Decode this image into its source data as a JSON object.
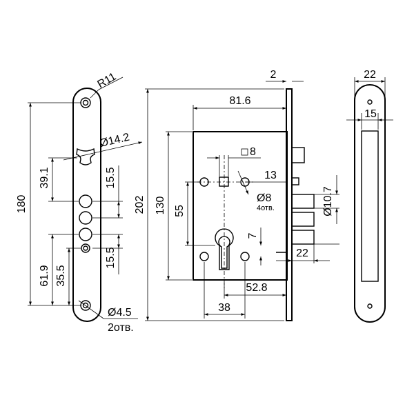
{
  "faceplate": {
    "radius": "R11",
    "d_top": "Ø14.2",
    "h_total": "180",
    "h_39": "39.1",
    "h_15a": "15.5",
    "h_15b": "15.5",
    "h_61": "61.9",
    "h_35": "35.5",
    "d_bottom": "Ø4.5",
    "d_bottom_count": "2отв."
  },
  "body": {
    "h_202": "202",
    "h_130": "130",
    "h_55": "55",
    "w_81": "81.6",
    "w_2": "2",
    "square": "8",
    "w_13": "13",
    "d_8": "Ø8",
    "d_8_count": "4отв.",
    "d_107": "Ø10.7",
    "h_7": "7",
    "w_22": "22",
    "w_528": "52.8",
    "w_38": "38"
  },
  "side": {
    "w_22": "22",
    "w_15": "15"
  }
}
